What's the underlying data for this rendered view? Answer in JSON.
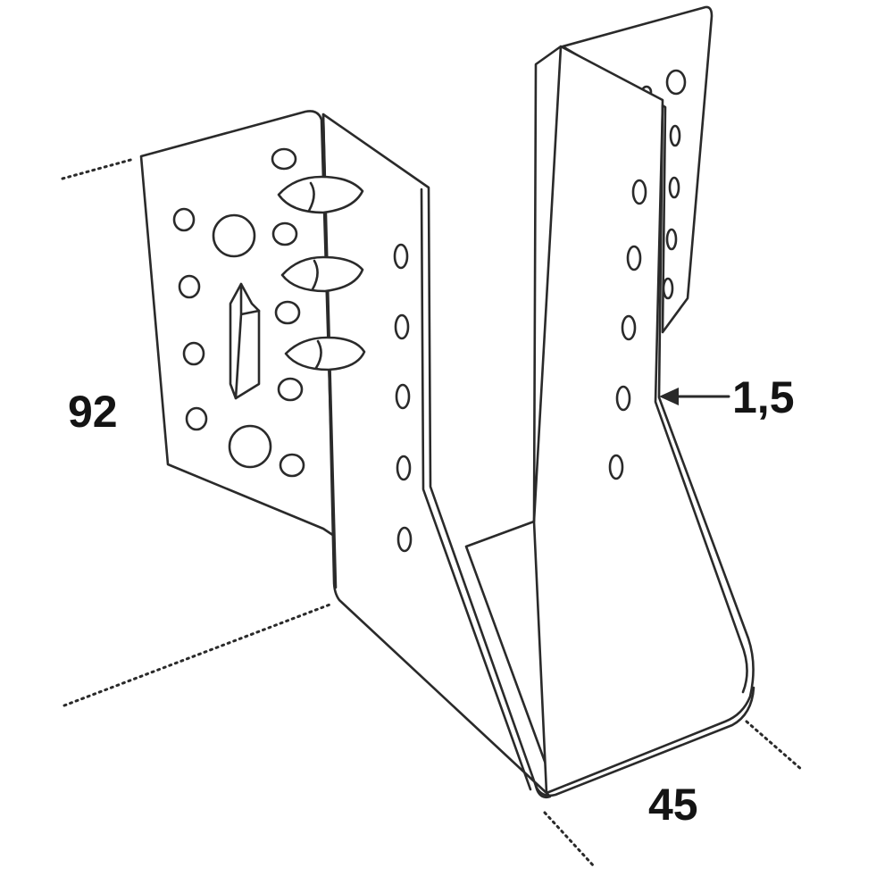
{
  "diagram": {
    "subject": "joist hanger",
    "dimensions": {
      "height": "92",
      "material_thickness": "1,5",
      "width": "45"
    },
    "colors": {
      "line": "#2a2a2a",
      "fill": "#ffffff",
      "text": "#141414"
    }
  }
}
